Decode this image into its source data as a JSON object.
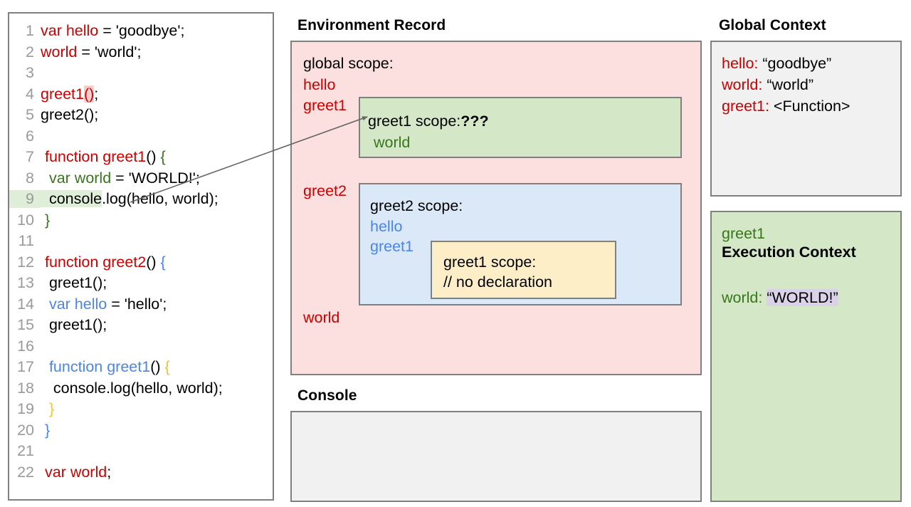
{
  "editor": {
    "name": "code-editor",
    "lines": [
      {
        "n": "1",
        "segments": [
          {
            "t": "var hello",
            "c": "red"
          },
          {
            "t": " = 'goodbye';",
            "c": "black"
          }
        ]
      },
      {
        "n": "2",
        "segments": [
          {
            "t": "world",
            "c": "red"
          },
          {
            "t": " = 'world';",
            "c": "black"
          }
        ]
      },
      {
        "n": "3",
        "segments": []
      },
      {
        "n": "4",
        "segments": [
          {
            "t": "greet1",
            "c": "red"
          },
          {
            "t": "()",
            "c": "red",
            "hl": "pink"
          },
          {
            "t": ";",
            "c": "black"
          }
        ]
      },
      {
        "n": "5",
        "segments": [
          {
            "t": "greet2();",
            "c": "black"
          }
        ]
      },
      {
        "n": "6",
        "segments": []
      },
      {
        "n": "7",
        "segments": [
          {
            "t": " function greet1",
            "c": "red"
          },
          {
            "t": "() ",
            "c": "black"
          },
          {
            "t": "{",
            "c": "green"
          }
        ]
      },
      {
        "n": "8",
        "segments": [
          {
            "t": "  var world",
            "c": "green"
          },
          {
            "t": " = 'WORLD!';",
            "c": "black"
          }
        ]
      },
      {
        "n": "9",
        "hl_line": true,
        "segments": [
          {
            "t": "  console",
            "c": "black",
            "hl": "green"
          },
          {
            "t": ".log(hello, world);",
            "c": "black"
          }
        ]
      },
      {
        "n": "10",
        "segments": [
          {
            "t": " ",
            "c": "black"
          },
          {
            "t": "}",
            "c": "green"
          }
        ]
      },
      {
        "n": "11",
        "segments": []
      },
      {
        "n": "12",
        "segments": [
          {
            "t": " function greet2",
            "c": "red"
          },
          {
            "t": "() ",
            "c": "black"
          },
          {
            "t": "{",
            "c": "blue"
          }
        ]
      },
      {
        "n": "13",
        "segments": [
          {
            "t": "  greet1();",
            "c": "black"
          }
        ]
      },
      {
        "n": "14",
        "segments": [
          {
            "t": "  var hello",
            "c": "blue"
          },
          {
            "t": " = 'hello';",
            "c": "black"
          }
        ]
      },
      {
        "n": "15",
        "segments": [
          {
            "t": "  greet1();",
            "c": "black"
          }
        ]
      },
      {
        "n": "16",
        "segments": []
      },
      {
        "n": "17",
        "segments": [
          {
            "t": "  function greet1",
            "c": "blue"
          },
          {
            "t": "() ",
            "c": "black"
          },
          {
            "t": "{",
            "c": "orange"
          }
        ]
      },
      {
        "n": "18",
        "segments": [
          {
            "t": "   console.log(hello, world);",
            "c": "black"
          }
        ]
      },
      {
        "n": "19",
        "segments": [
          {
            "t": "  ",
            "c": "black"
          },
          {
            "t": "}",
            "c": "orange"
          }
        ]
      },
      {
        "n": "20",
        "segments": [
          {
            "t": " ",
            "c": "black"
          },
          {
            "t": "}",
            "c": "blue"
          }
        ]
      },
      {
        "n": "21",
        "segments": []
      },
      {
        "n": "22",
        "segments": [
          {
            "t": " var world",
            "c": "red"
          },
          {
            "t": ";",
            "c": "black"
          }
        ]
      }
    ]
  },
  "environment_record": {
    "heading": "Environment Record",
    "global_scope_label": "global scope:",
    "bindings": [
      {
        "name": "hello"
      },
      {
        "name": "greet1"
      },
      {
        "name": "greet2"
      },
      {
        "name": "world"
      }
    ],
    "greet1_scope": {
      "title": "greet1 scope:",
      "unknown_marker": "???",
      "binding": "world"
    },
    "greet2_scope": {
      "title": "greet2 scope:",
      "bindings": [
        "hello",
        "greet1"
      ],
      "nested_greet1_scope": {
        "title": "greet1 scope:",
        "comment": "// no declaration"
      }
    }
  },
  "console": {
    "heading": "Console",
    "output": ""
  },
  "global_context": {
    "heading": "Global Context",
    "rows": [
      {
        "key": "hello:",
        "value": " “goodbye”"
      },
      {
        "key": "world:",
        "value": " “world”"
      },
      {
        "key": "greet1:",
        "value": " <Function>"
      }
    ]
  },
  "execution_context": {
    "function_name": "greet1",
    "title": "Execution Context",
    "variable_key": "world:",
    "variable_value": "“WORLD!”"
  },
  "colors": {
    "red": "#cc0000",
    "green": "#38761d",
    "blue": "#4a86e8",
    "orange": "#f1c232",
    "env_record_bg": "#fce0e0",
    "greet1_scope_bg": "#d4e8c8",
    "greet2_scope_bg": "#dbe8f8",
    "nested_scope_bg": "#fdeec8",
    "panel_bg": "#f1f1f1",
    "highlight_pink": "#f8cfcf",
    "highlight_green": "#dfeed8",
    "highlight_purple": "#d9d2e9",
    "border": "#808080"
  },
  "arrow": {
    "name": "reference-arrow",
    "from_label": "console.log call site (line 9)",
    "to_label": "greet1 scope box"
  }
}
